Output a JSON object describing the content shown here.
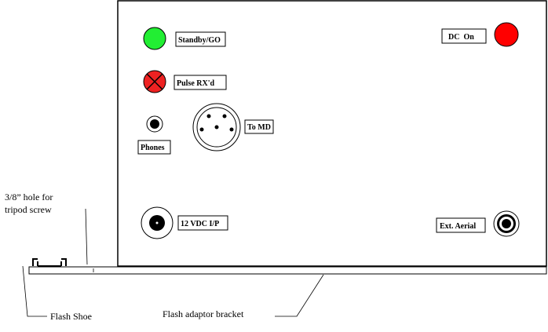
{
  "colors": {
    "outline": "#000000",
    "background": "#ffffff",
    "led_green": "#22ee33",
    "led_red": "#ff0000",
    "pulse_red": "#ee2222",
    "connector_fill": "#000000"
  },
  "labels": {
    "standby": "Standby/GO",
    "pulse": "Pulse RX'd",
    "phones": "Phones",
    "to_md": "To MD",
    "dc_on": "DC  On",
    "power_input": "12 VDC I/P",
    "ext_aerial": "Ext. Aerial",
    "tripod_hole_line1": "3/8” hole for",
    "tripod_hole_line2": "tripod screw",
    "flash_shoe": "Flash Shoe",
    "flash_bracket": "Flash adaptor bracket"
  },
  "icons": {
    "standby_led": "green-led-icon",
    "pulse_led": "red-x-lamp-icon",
    "dc_led": "red-led-icon",
    "phones_jack": "audio-jack-icon",
    "md_connector": "din-connector-icon",
    "power_socket": "dc-socket-icon",
    "aerial_socket": "bnc-socket-icon"
  }
}
